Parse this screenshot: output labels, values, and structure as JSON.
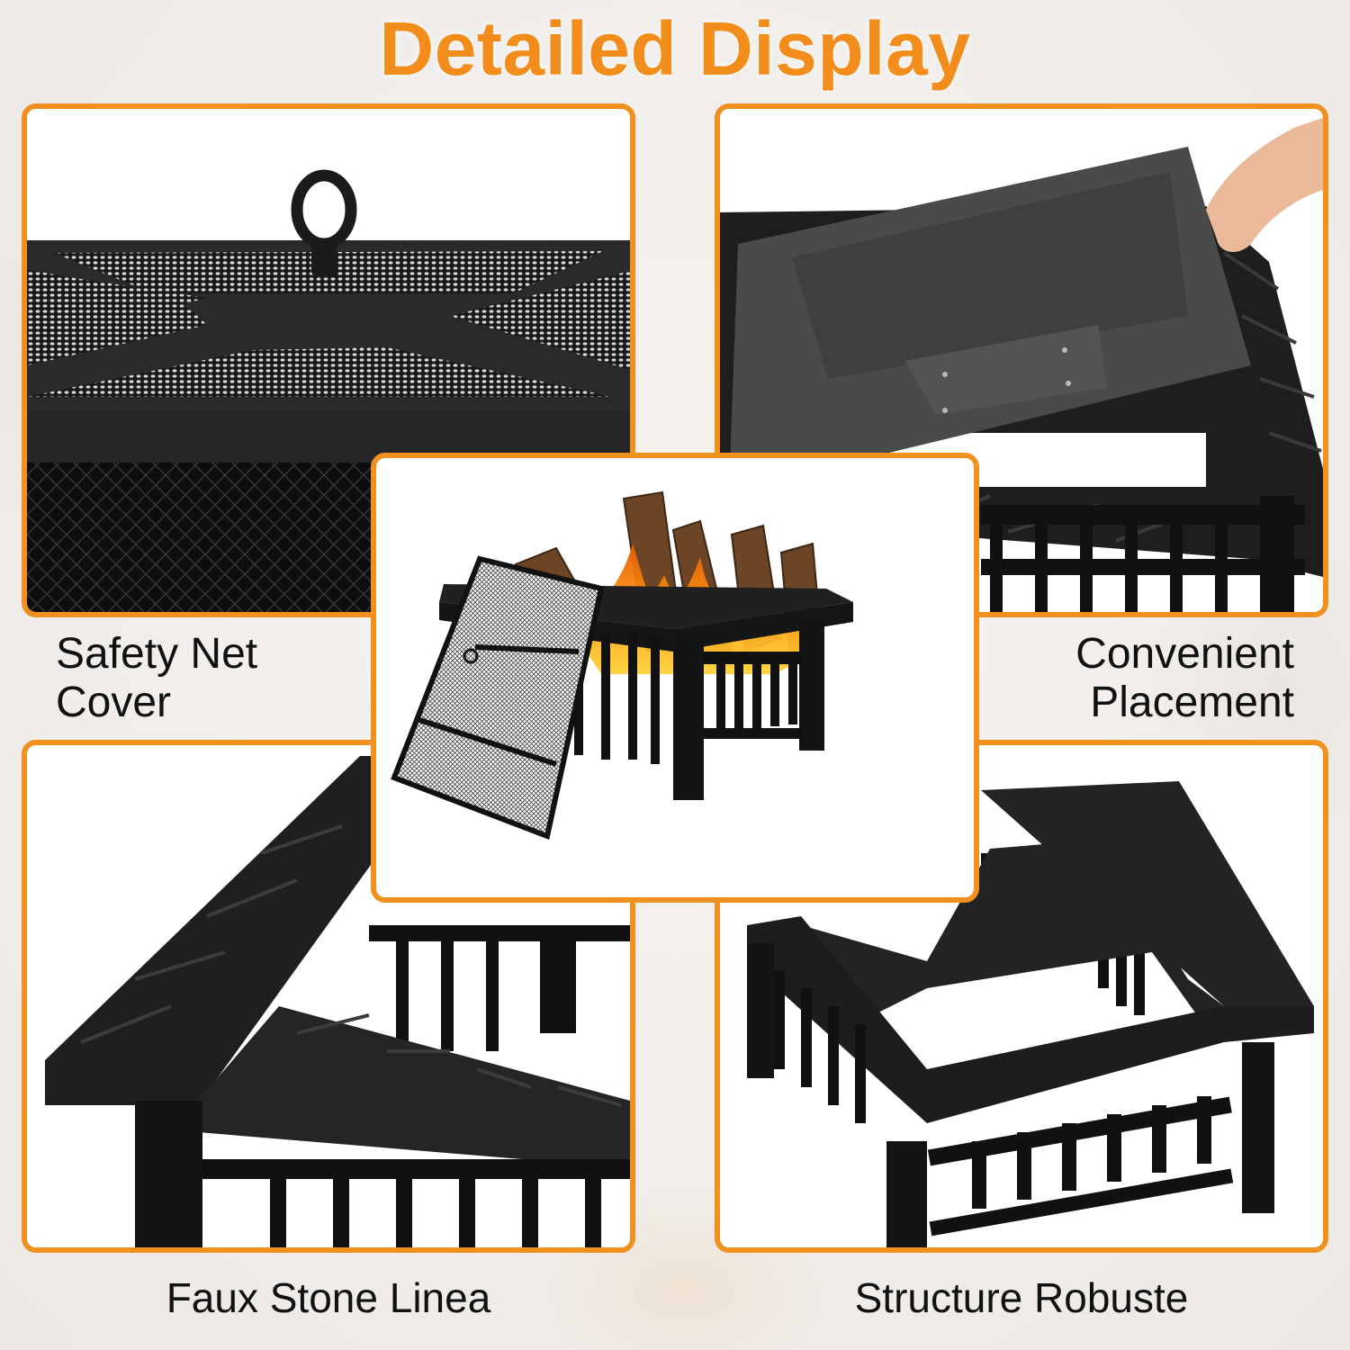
{
  "header": {
    "title": "Detailed Display"
  },
  "theme": {
    "accent": "#f0901e",
    "title_color": "#f28c1a",
    "caption_color": "#111111",
    "background": "#f1eeeb"
  },
  "panels": [
    {
      "id": "top-left",
      "image": "mesh-spark-screen-lid-with-ring-handle",
      "caption_lines": [
        "Safety Net",
        "Cover"
      ]
    },
    {
      "id": "top-right",
      "image": "hand-lifting-removable-fire-bowl",
      "caption_lines": [
        "Convenient",
        "Placement"
      ]
    },
    {
      "id": "center",
      "image": "square-fire-pit-with-burning-logs-and-mesh-lid"
    },
    {
      "id": "bottom-left",
      "image": "faux-stone-tabletop-corner-closeup",
      "caption_lines": [
        "Faux Stone Linea"
      ]
    },
    {
      "id": "bottom-right",
      "image": "fire-pit-frame-without-bowl",
      "caption_lines": [
        "Structure Robuste"
      ]
    }
  ]
}
